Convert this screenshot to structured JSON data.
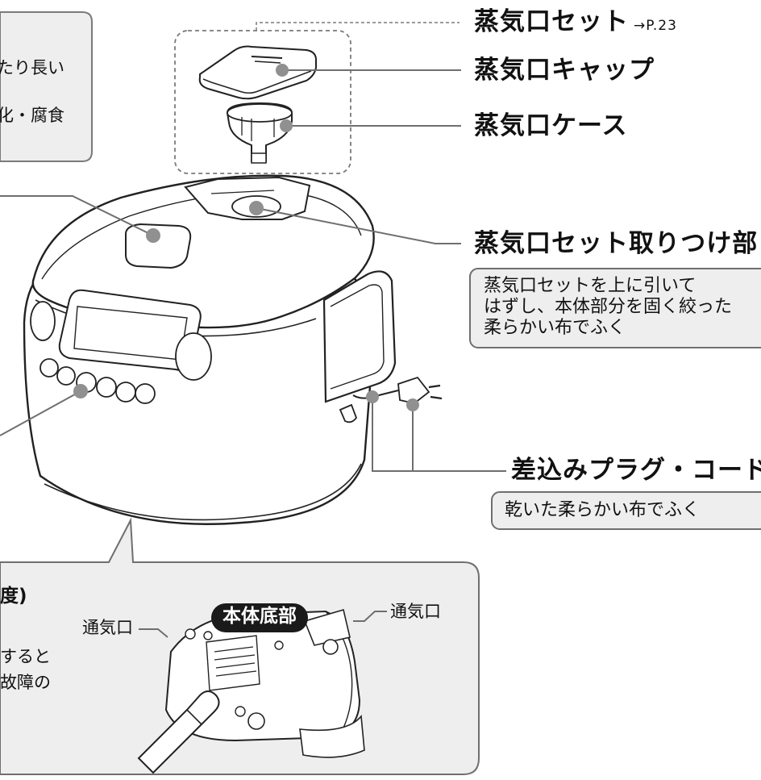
{
  "callouts": {
    "steam_vent_set": "蒸気口セット",
    "steam_vent_set_ref": "→P.23",
    "steam_vent_cap": "蒸気口キャップ",
    "steam_vent_case": "蒸気口ケース",
    "steam_vent_mount": "蒸気口セット取りつけ部",
    "plug_cord": "差込みプラグ・コード"
  },
  "mount_note": {
    "lines": [
      "蒸気口セットを上に引いて",
      "はずし、本体部分を固く絞った",
      "柔らかい布でふく"
    ]
  },
  "plug_note": "乾いた柔らかい布でふく",
  "left_partial": {
    "top_box_lines": [
      "たり長い",
      "化・腐食"
    ],
    "bottom_heading": "度)",
    "bottom_lines": [
      "すると",
      "故障の"
    ]
  },
  "bottom_panel": {
    "badge": "本体底部",
    "vent_left": "通気口",
    "vent_right": "通気口"
  },
  "colors": {
    "panel_fill": "#eeeeee",
    "panel_stroke": "#6f6f6f",
    "leader_fill": "#909090",
    "badge_bg": "#1a1a1a"
  }
}
